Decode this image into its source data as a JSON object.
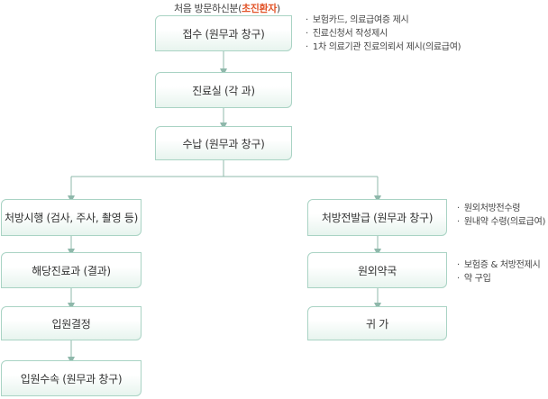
{
  "header": {
    "prefix": "처음 방문하신분(",
    "highlight": "초진환자",
    "suffix": ")"
  },
  "left_flow": [
    "접수 (원무과 창구)",
    "진료실 (각 과)",
    "수납 (원무과 창구)",
    "처방시행 (검사, 주사, 촬영 등)",
    "해당진료과 (결과)",
    "입원결정",
    "입원수속 (원무과 창구)"
  ],
  "right_flow": [
    "처방전발급 (원무과 창구)",
    "원외약국",
    "귀 가"
  ],
  "notes": {
    "reception": [
      "보험카드, 의료급여증 제시",
      "진료신청서 작성제시",
      "1차 의료기관 진료의뢰서 제시(의료급여)"
    ],
    "prescription": [
      "원외처방전수령",
      "원내약 수령(의료급여)"
    ],
    "pharmacy": [
      "보험증 & 처방전제시",
      "약 구입"
    ]
  },
  "colors": {
    "box_border": "#a9d3c4",
    "box_fill": "#e7f4ee",
    "arrow": "#8fb8ab",
    "highlight": "#e2552a"
  }
}
